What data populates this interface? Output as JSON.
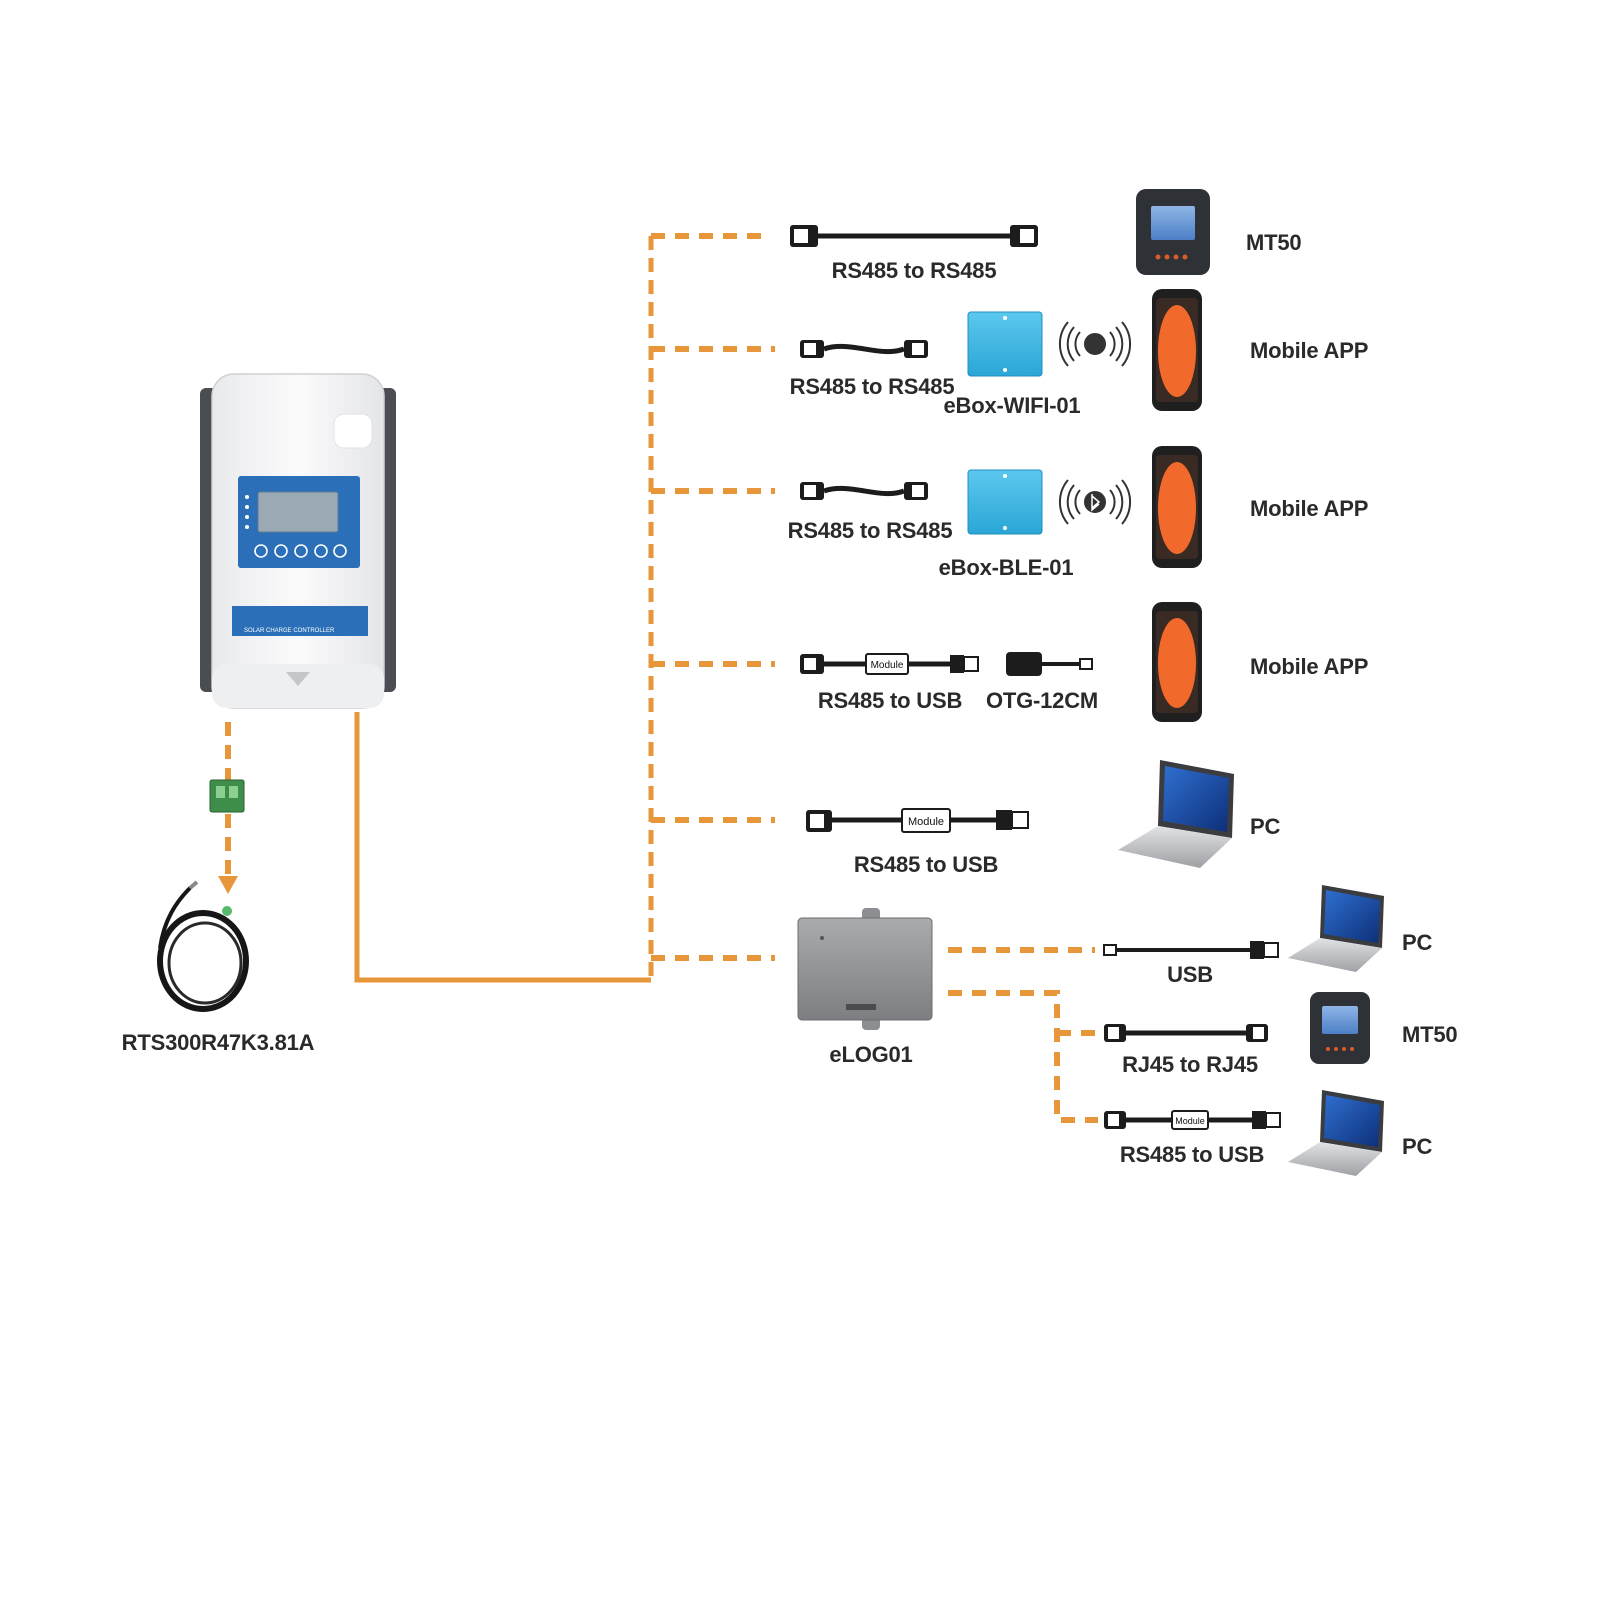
{
  "controller": {
    "panel_caption": "SOLAR CHARGE CONTROLLER"
  },
  "sensor": {
    "label": "RTS300R47K3.81A"
  },
  "rows": [
    {
      "cable_label": "RS485 to RS485",
      "device_label": "MT50"
    },
    {
      "cable_label": "RS485 to RS485",
      "adapter_label": "eBox-WIFI-01",
      "device_label": "Mobile APP"
    },
    {
      "cable_label": "RS485 to RS485",
      "adapter_label": "eBox-BLE-01",
      "device_label": "Mobile APP"
    },
    {
      "cable_label": "RS485 to USB",
      "adapter_label": "OTG-12CM",
      "device_label": "Mobile APP"
    },
    {
      "cable_label": "RS485 to USB",
      "device_label": "PC"
    }
  ],
  "elog": {
    "label": "eLOG01",
    "outputs": [
      {
        "cable_label": "USB",
        "device_label": "PC"
      },
      {
        "cable_label": "RJ45 to RJ45",
        "device_label": "MT50"
      },
      {
        "cable_label": "RS485 to USB",
        "device_label": "PC"
      }
    ]
  },
  "module_text": "Module",
  "colors": {
    "orange": "#e8963a",
    "blue": "#2a6fb8",
    "ebox": "#3bb6e0",
    "phone_screen": "#f26a2b",
    "screen_blue": "#1f4fa0"
  },
  "icons": [
    "solar-controller-icon",
    "temperature-sensor-icon",
    "terminal-connector-icon",
    "cable-icon",
    "ebox-icon",
    "wifi-signal-icon",
    "bluetooth-signal-icon",
    "phone-icon",
    "mt50-display-icon",
    "laptop-icon",
    "elog-box-icon",
    "usb-cable-icon",
    "otg-adapter-icon"
  ]
}
